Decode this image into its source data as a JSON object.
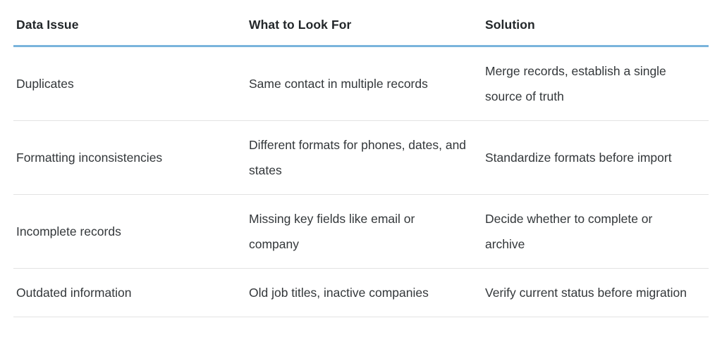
{
  "table": {
    "columns": [
      {
        "key": "issue",
        "label": "Data Issue"
      },
      {
        "key": "look_for",
        "label": "What to Look For"
      },
      {
        "key": "solution",
        "label": "Solution"
      }
    ],
    "rows": [
      {
        "issue": "Duplicates",
        "look_for": "Same contact in multiple records",
        "solution": "Merge records, establish a single source of truth"
      },
      {
        "issue": "Formatting inconsistencies",
        "look_for": "Different formats for phones, dates, and states",
        "solution": "Standardize formats before import"
      },
      {
        "issue": "Incomplete records",
        "look_for": "Missing key fields like email or company",
        "solution": "Decide whether to complete or archive"
      },
      {
        "issue": "Outdated information",
        "look_for": "Old job titles, inactive companies",
        "solution": "Verify current status before migration"
      }
    ]
  },
  "colors": {
    "background": "#ffffff",
    "header_text": "#23272a",
    "body_text": "#33373a",
    "header_rule": "#7ab4dc",
    "row_rule": "#e3e3e3"
  }
}
